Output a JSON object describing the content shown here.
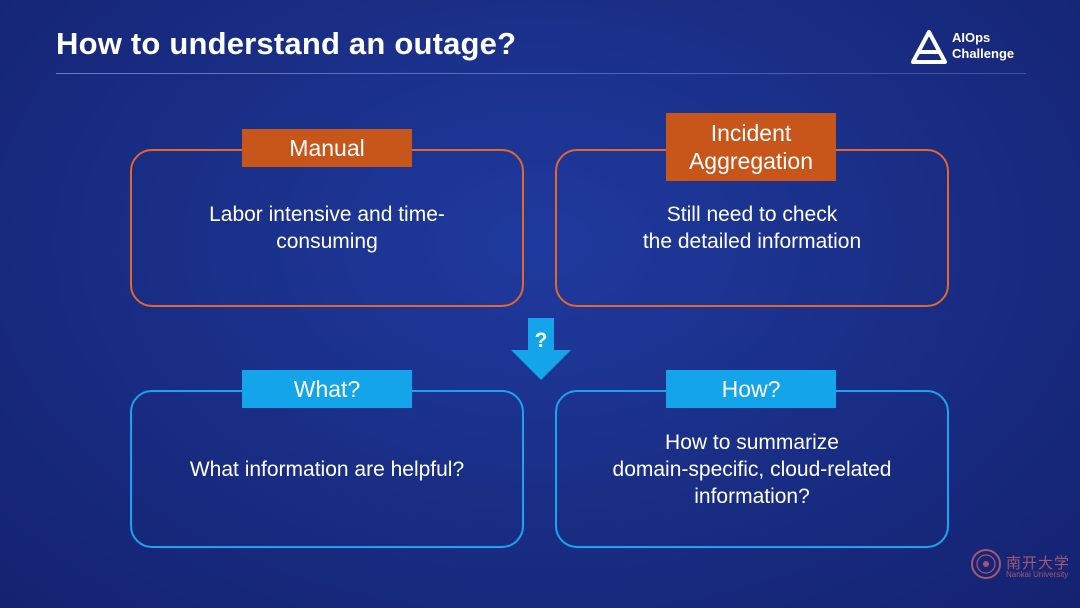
{
  "slide": {
    "title": "How to understand an outage?",
    "logo": {
      "text": "AIOps\nChallenge"
    },
    "watermark": {
      "cn_text": "南开大学",
      "en_text": "Nankai University"
    }
  },
  "cards": {
    "manual": {
      "tag": "Manual",
      "body": "Labor intensive and time-\nconsuming"
    },
    "incident": {
      "tag": "Incident\nAggregation",
      "body": "Still need to check\nthe detailed information"
    },
    "what": {
      "tag": "What?",
      "body": "What information are helpful?"
    },
    "how": {
      "tag": "How?",
      "body": "How to summarize\ndomain-specific, cloud-related\ninformation?"
    }
  },
  "arrow": {
    "label": "?"
  },
  "colors": {
    "orange_border": "#e3662c",
    "orange_tag": "#c8561b",
    "blue_border": "#1aa3ee",
    "blue_tag": "#14a4ea",
    "background": "#1a2f88"
  },
  "icons": {
    "logo": "aiops-triangle-logo-icon",
    "arrow": "arrow-down-icon",
    "seal": "university-seal-icon"
  }
}
